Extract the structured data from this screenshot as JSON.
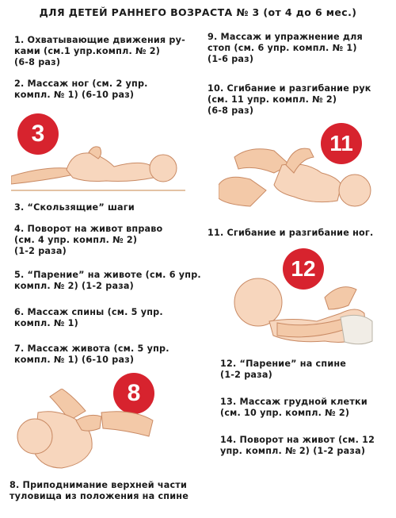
{
  "title": "ДЛЯ ДЕТЕЙ РАННЕГО  ВОЗРАСТА № 3  (от 4 до 6 мес.)",
  "colors": {
    "badge": "#d7232e",
    "skin": "#f3c9a8",
    "skin_shadow": "#c98a64",
    "diaper": "#f1ede6"
  },
  "left_items": [
    [
      "1.  Охватывающие движения ру-",
      "ками (см.1 упр.компл. № 2)",
      "(6-8 раз)"
    ],
    [
      "2.  Массаж ног (см. 2 упр.",
      "компл. № 1) (6-10 раз)"
    ],
    [
      "3.  “Скользящие” шаги"
    ],
    [
      "4.  Поворот на живот вправо",
      "(см. 4 упр. компл. № 2)",
      "(1-2 раза)"
    ],
    [
      "5.  “Парение” на животе (см. 6 упр.",
      "компл. № 2) (1-2 раза)"
    ],
    [
      "6.  Массаж спины (см. 5 упр.",
      "компл. № 1)"
    ],
    [
      "7.  Массаж живота (см. 5 упр.",
      "компл. № 1) (6-10 раз)"
    ],
    [
      "8.  Приподнимание верхней части",
      "туловища из положения на спине"
    ]
  ],
  "right_items": [
    [
      "9.  Массаж и упражнение для",
      "стоп (см. 6 упр. компл. № 1)",
      "(1-6 раз)"
    ],
    [
      "10.  Сгибание и разгибание рук",
      "(см. 11 упр. компл. № 2)",
      "(6-8 раз)"
    ],
    [
      "11.  Сгибание и разгибание ног."
    ],
    [
      "12.  “Парение” на спине",
      "(1-2 раза)"
    ],
    [
      "13.  Массаж грудной клетки",
      "(см. 10 упр. компл. № 2)"
    ],
    [
      "14.  Поворот на живот (см. 12",
      "упр. компл. № 2) (1-2 раза)"
    ]
  ],
  "badges": [
    "3",
    "11",
    "12",
    "8"
  ],
  "icons": [
    "baby-sliding-steps-illustration",
    "baby-arm-exercise-illustration",
    "baby-leg-exercise-illustration",
    "baby-sit-up-illustration"
  ]
}
